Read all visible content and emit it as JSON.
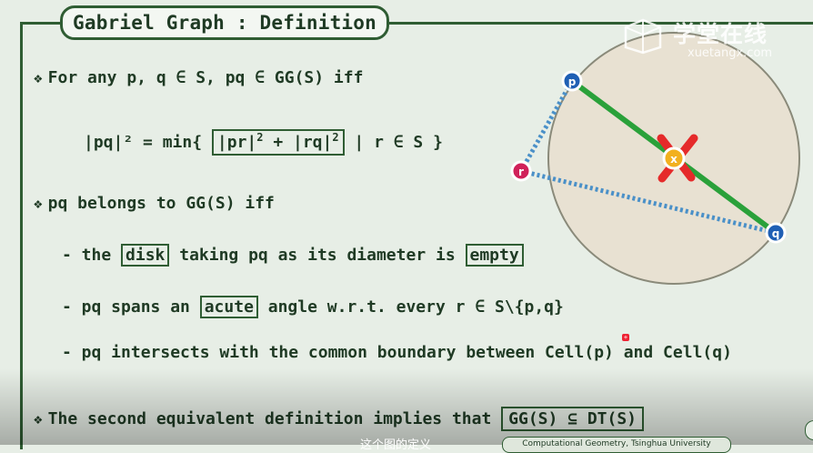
{
  "slide": {
    "title": "Gabriel Graph : Definition",
    "bullet1": "For any p, q ∈ S, pq ∈ GG(S)   iff",
    "formula": {
      "left": "|pq|²  =  min{",
      "boxed_part1": "|pr|",
      "boxed_part2": " + |rq|",
      "sq": "2",
      "right": " | r ∈ S }"
    },
    "bullet2": "pq belongs to GG(S)  iff",
    "item1": {
      "pre": "- the ",
      "box1": "disk",
      "mid": " taking pq as its diameter is ",
      "box2": "empty"
    },
    "item2": {
      "pre": "- pq spans an ",
      "box": "acute",
      "post": " angle w.r.t. every r ∈ S\\{p,q}"
    },
    "item3": "- pq intersects with the common boundary between Cell(p) and Cell(q)",
    "bullet3": {
      "pre": "The second equivalent definition implies that ",
      "box": "GG(S)  ⊆  DT(S)"
    },
    "bullet_glyph": "❖"
  },
  "figure": {
    "point_p": "p",
    "point_q": "q",
    "point_r": "r",
    "point_x": "x",
    "colors": {
      "segment": "#2aa13a",
      "dotted": "#4a90c8",
      "disk_fill": "#e8e1d2",
      "disk_stroke": "#8a8a7a",
      "p_q_dot": "#1f5fb4",
      "r_dot": "#d0215a",
      "x_dot": "#f2b01e",
      "cross": "#e52a2a"
    }
  },
  "watermark": {
    "main": "学堂在线",
    "sub": "xuetangx.com"
  },
  "subtitle": "这个图的定义",
  "footer": "Computational Geometry, Tsinghua University"
}
